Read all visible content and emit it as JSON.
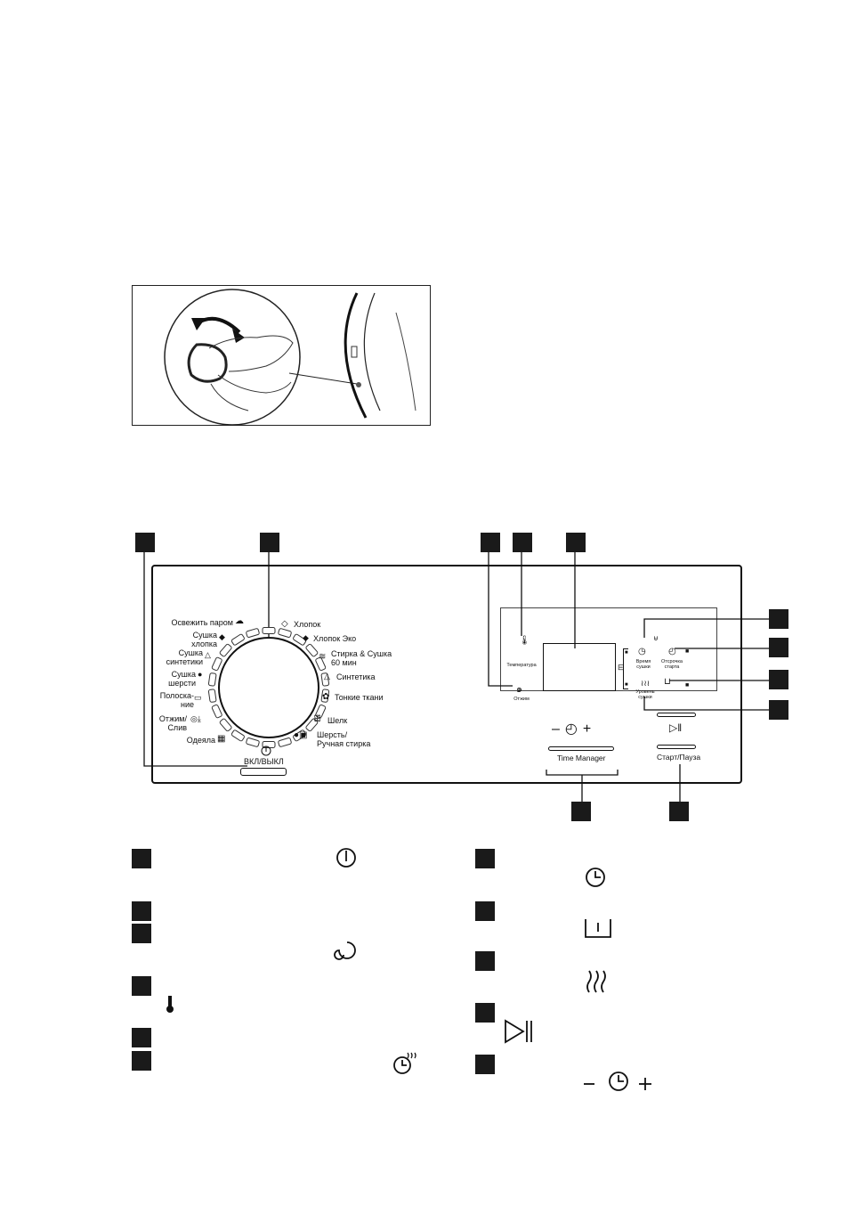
{
  "panel": {
    "programs_left": [
      {
        "label": "Освежить паром",
        "icon": "steam-refresh-icon"
      },
      {
        "label": "Сушка\nхлопка",
        "icon": "cotton-dry-icon"
      },
      {
        "label": "Сушка\nсинтетики",
        "icon": "synthetic-dry-icon"
      },
      {
        "label": "Сушка\nшерсти",
        "icon": "wool-dry-icon"
      },
      {
        "label": "Полоска-\nние",
        "icon": "rinse-icon"
      },
      {
        "label": "Отжим/\nСлив",
        "icon": "spin-drain-icon"
      },
      {
        "label": "Одеяла",
        "icon": "duvet-icon"
      }
    ],
    "programs_right": [
      {
        "label": "Хлопок",
        "icon": "cotton-icon"
      },
      {
        "label": "Хлопок Эко",
        "icon": "cotton-eco-icon"
      },
      {
        "label": "Стирка & Сушка\n60 мин",
        "icon": "wash-dry-icon"
      },
      {
        "label": "Синтетика",
        "icon": "synthetic-icon"
      },
      {
        "label": "Тонкие ткани",
        "icon": "delicate-icon"
      },
      {
        "label": "Шелк",
        "icon": "silk-icon"
      },
      {
        "label": "Шерсть/\nРучная стирка",
        "icon": "wool-handwash-icon"
      }
    ],
    "power_label": "ВКЛ/ВЫКЛ",
    "temperature_label": "Температура",
    "spin_label": "Отжим",
    "dry_time_label": "Время\nсушки",
    "delay_start_label": "Отсрочка\nстарта",
    "dry_level_label": "Уровень\nсушки",
    "time_manager_label": "Time Manager",
    "start_pause_label": "Старт/Пауза"
  }
}
